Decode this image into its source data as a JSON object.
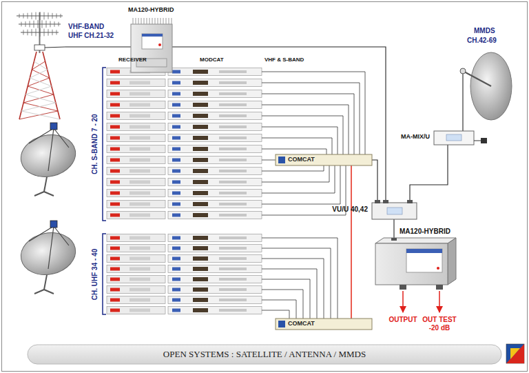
{
  "diagram": {
    "caption": "OPEN SYSTEMS : SATELLITE / ANTENNA / MMDS",
    "nodes": [
      {
        "text": [
          "VHF-BAND",
          "UHF CH.21-32"
        ]
      },
      {
        "text": [
          "MA120-HYBRID"
        ]
      },
      {
        "text": [
          "MMDS",
          "CH.42-69"
        ]
      },
      {
        "text": [
          "MA-MIX/U"
        ]
      },
      {
        "text": [
          "COMCAT"
        ]
      },
      {
        "text": [
          "VU/U 40,42"
        ]
      },
      {
        "text": [
          "MA120-HYBRID"
        ]
      },
      {
        "text": [
          "COMCAT"
        ]
      }
    ],
    "edges": [
      {
        "from": 0,
        "to": 1,
        "arrow": "none"
      },
      {
        "from": 1,
        "to": 5,
        "arrow": "none"
      },
      {
        "from": 2,
        "to": 3,
        "arrow": "none"
      },
      {
        "from": 3,
        "to": 5,
        "arrow": "none"
      },
      {
        "from": 4,
        "to": 5,
        "arrow": "none"
      },
      {
        "from": 7,
        "to": 4,
        "arrow": "none"
      },
      {
        "from": 5,
        "to": 6,
        "arrow": "none"
      }
    ],
    "labels": [
      "RECEIVER",
      "MODCAT",
      "VHF & S-BAND",
      "CH. S-BAND 7 - 20",
      "CH. UHF 34 - 40",
      "OUTPUT",
      "OUT TEST",
      "-20 dB"
    ]
  }
}
